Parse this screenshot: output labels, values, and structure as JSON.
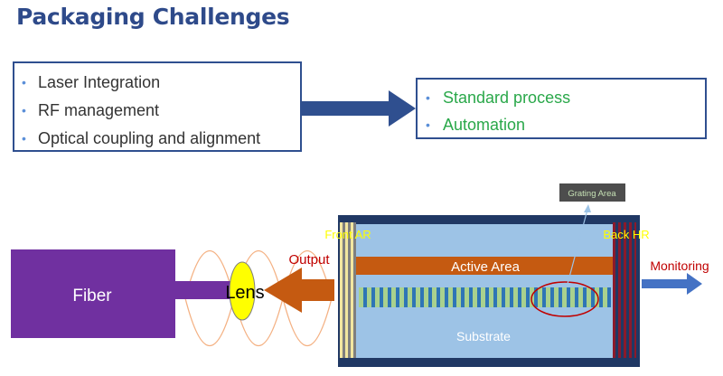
{
  "title": "Packaging Challenges",
  "challenges": [
    "Laser Integration",
    "RF management",
    "Optical coupling and alignment"
  ],
  "solutions": [
    "Standard process",
    "Automation"
  ],
  "diagram": {
    "fiber": "Fiber",
    "lens": "Lens",
    "output": "Output",
    "front_ar": "Front AR",
    "back_hr": "Back HR",
    "active_area": "Active Area",
    "substrate": "Substrate",
    "grating_area": "Grating Area",
    "monitoring": "Monitoring"
  },
  "colors": {
    "title": "#2e4a8a",
    "fiber": "#7030a0",
    "substrate": "#9dc3e6",
    "active_area": "#c55a11",
    "grating": "#a9d18e",
    "lens": "#ffff00",
    "output_arrow": "#c55a11",
    "monitoring_arrow": "#4472c4",
    "label_red": "#c00000"
  }
}
